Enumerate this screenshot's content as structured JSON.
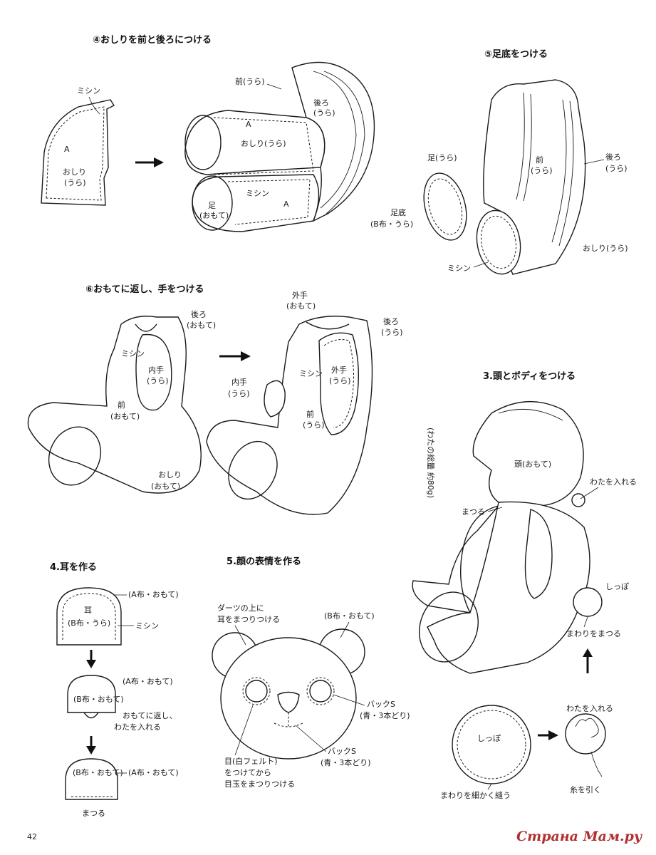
{
  "sections": {
    "s4_bottom": {
      "title": "④おしりを前と後ろにつける",
      "labels": {
        "mishin": "ミシン",
        "a1": "A",
        "oshiri_ura": "おしり",
        "oshiri_ura2": "(うら)",
        "mae_ura": "前(うら)",
        "ushiro": "後ろ",
        "ushiro_ura": "(うら)",
        "a2": "A",
        "oshiri_ura_center": "おしり(うら)",
        "ashi": "足",
        "ashi_omote": "(おもて)",
        "mishin2": "ミシン",
        "a3": "A"
      }
    },
    "s5_sole": {
      "title": "⑤足底をつける",
      "labels": {
        "ashi_ura": "足(うら)",
        "mae": "前",
        "mae_ura": "(うら)",
        "ushiro": "後ろ",
        "ushiro_ura": "(うら)",
        "sokotei": "足底",
        "sokotei_fabric": "(B布・うら)",
        "oshiri_ura": "おしり(うら)",
        "mishin": "ミシン"
      }
    },
    "s6_hands": {
      "title": "⑥おもてに返し、手をつける",
      "labels": {
        "ushiro": "後ろ",
        "ushiro_omote": "(おもて)",
        "mishin": "ミシン",
        "uchite": "内手",
        "uchite_ura": "(うら)",
        "mae": "前",
        "mae_omote": "(おもて)",
        "oshiri": "おしり",
        "oshiri_omote": "(おもて)",
        "sotote": "外手",
        "sotote_omote": "(おもて)",
        "ushiro2": "後ろ",
        "ushiro2_ura": "(うら)",
        "uchite2": "内手",
        "uchite2_ura": "(うら)",
        "mishin2": "ミシン",
        "sotote2": "外手",
        "sotote2_ura": "(うら)",
        "mae2": "前",
        "mae2_ura": "(うら)"
      }
    },
    "s3_head": {
      "title": "3.頭とボディをつける",
      "labels": {
        "wata_total": "(わたの総量 約80g)",
        "atama": "頭(おもて)",
        "wata_ireru": "わたを入れる",
        "matsuru": "まつる",
        "shippo": "しっぽ",
        "mawari_matsuru": "まわりをまつる"
      }
    },
    "s4_ear": {
      "title": "4.耳を作る",
      "labels": {
        "a_omote": "(A布・おもて)",
        "mimi": "耳",
        "b_ura": "(B布・うら)",
        "mishin": "ミシン",
        "a_omote2": "(A布・おもて)",
        "b_omote": "(B布・おもて)",
        "kaeshi": "おもてに返し、",
        "wata": "わたを入れる",
        "b_omote2": "(B布・おもて)",
        "a_omote3": "(A布・おもて)",
        "matsuru": "まつる"
      }
    },
    "s5_face": {
      "title": "5.顔の表情を作る",
      "labels": {
        "dart1": "ダーツの上に",
        "dart2": "耳をまつりつける",
        "b_omote": "(B布・おもて)",
        "back1": "バックS",
        "back1_sub": "(青・3本どり)",
        "back2": "バックS",
        "back2_sub": "(青・3本どり)",
        "eye1": "目(白フェルト)",
        "eye2": "をつけてから",
        "eye3": "目玉をまつりつける"
      }
    },
    "s_tail": {
      "labels": {
        "shippo": "しっぽ",
        "wata_ireru": "わたを入れる",
        "mawari_nuu": "まわりを細かく縫う",
        "ito_hiku": "糸を引く"
      }
    }
  },
  "footer": {
    "page_number": "42",
    "watermark": "Страна Мам.ру"
  },
  "colors": {
    "ink": "#1a1a1a",
    "watermark": "#b03030"
  }
}
